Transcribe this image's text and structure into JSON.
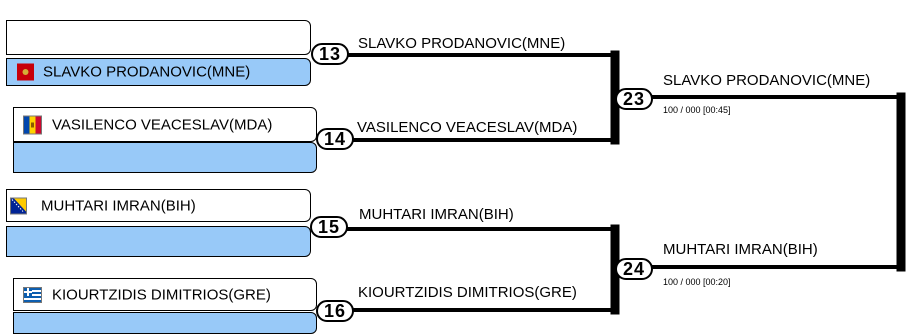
{
  "round1": {
    "m13": {
      "number": "13",
      "top_name": "",
      "bottom_name": "SLAVKO PRODANOVIC(MNE)",
      "winner": "SLAVKO PRODANOVIC(MNE)"
    },
    "m14": {
      "number": "14",
      "top_name": "VASILENCO VEACESLAV(MDA)",
      "bottom_name": "",
      "winner": "VASILENCO VEACESLAV(MDA)"
    },
    "m15": {
      "number": "15",
      "top_name": "MUHTARI IMRAN(BIH)",
      "bottom_name": "",
      "winner": "MUHTARI IMRAN(BIH)"
    },
    "m16": {
      "number": "16",
      "top_name": "KIOURTZIDIS DIMITRIOS(GRE)",
      "bottom_name": "",
      "winner": "KIOURTZIDIS DIMITRIOS(GRE)"
    }
  },
  "round2": {
    "m23": {
      "number": "23",
      "winner": "SLAVKO PRODANOVIC(MNE)",
      "score": "100 / 000 [00:45]"
    },
    "m24": {
      "number": "24",
      "winner": "MUHTARI IMRAN(BIH)",
      "score": "100 / 000 [00:20]"
    }
  },
  "flags": {
    "mne": "flag-montenegro-icon",
    "mda": "flag-moldova-icon",
    "bih": "flag-bosnia-icon",
    "gre": "flag-greece-icon"
  },
  "colors": {
    "slot_blue": "#98c9f8",
    "line": "#000000"
  }
}
